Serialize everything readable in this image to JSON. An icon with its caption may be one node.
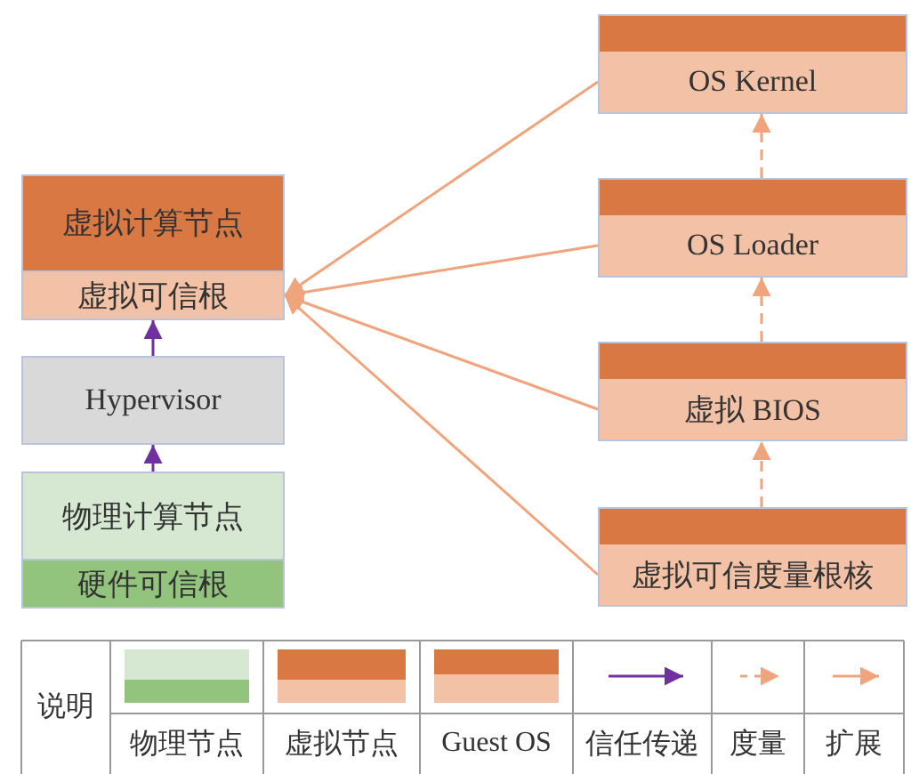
{
  "diagram": {
    "nodes": [
      {
        "text": [
          "虚拟计算节点"
        ]
      },
      {
        "text": [
          "虚拟可信根"
        ]
      },
      {
        "text": [
          "Hypervisor"
        ]
      },
      {
        "text": [
          "物理计算节点"
        ]
      },
      {
        "text": [
          "硬件可信根"
        ]
      },
      {
        "text": [
          "OS Kernel"
        ]
      },
      {
        "text": [
          "OS Loader"
        ]
      },
      {
        "text": [
          "虚拟 BIOS"
        ]
      },
      {
        "text": [
          "虚拟可信度量根核"
        ]
      }
    ],
    "edges": [
      {
        "from": 3,
        "to": 2,
        "arrow": "to",
        "color": "#7030a0"
      },
      {
        "from": 2,
        "to": 1,
        "arrow": "to",
        "color": "#7030a0"
      },
      {
        "from": 8,
        "to": 7,
        "arrow": "to",
        "style": "dashed"
      },
      {
        "from": 7,
        "to": 6,
        "arrow": "to",
        "style": "dashed"
      },
      {
        "from": 6,
        "to": 5,
        "arrow": "to",
        "style": "dashed"
      },
      {
        "from": 5,
        "to": 1,
        "arrow": "to"
      },
      {
        "from": 6,
        "to": 1,
        "arrow": "to"
      },
      {
        "from": 7,
        "to": 1,
        "arrow": "to"
      },
      {
        "from": 8,
        "to": 1,
        "arrow": "to"
      }
    ],
    "labels": [
      "说明"
    ],
    "legend": [
      {
        "text": "物理节点"
      },
      {
        "text": "虚拟节点"
      },
      {
        "text": "Guest OS"
      },
      {
        "text": "信任传递"
      },
      {
        "text": "度量"
      },
      {
        "text": "扩展"
      }
    ]
  }
}
